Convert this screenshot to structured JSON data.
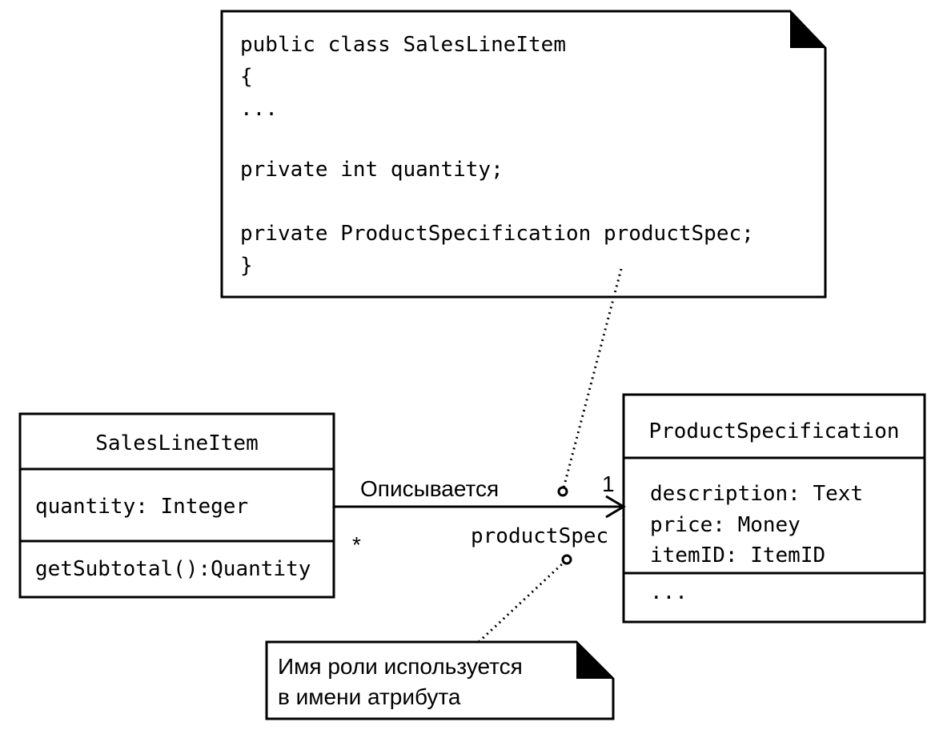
{
  "code_note": {
    "lines": [
      "public class SalesLineItem",
      "{",
      "...",
      "private int quantity;",
      "private ProductSpecification productSpec;",
      "}"
    ]
  },
  "class_sales_line_item": {
    "name": "SalesLineItem",
    "attributes": [
      "quantity: Integer"
    ],
    "operations": [
      "getSubtotal():Quantity"
    ]
  },
  "class_product_specification": {
    "name": "ProductSpecification",
    "attributes": [
      "description: Text",
      "price: Money",
      "itemID: ItemID"
    ],
    "operations": [
      "..."
    ]
  },
  "association": {
    "name": "Описывается",
    "source_multiplicity": "*",
    "target_multiplicity": "1",
    "role_name": "productSpec"
  },
  "role_note": {
    "lines": [
      "Имя роли используется",
      "в имени атрибута"
    ]
  }
}
